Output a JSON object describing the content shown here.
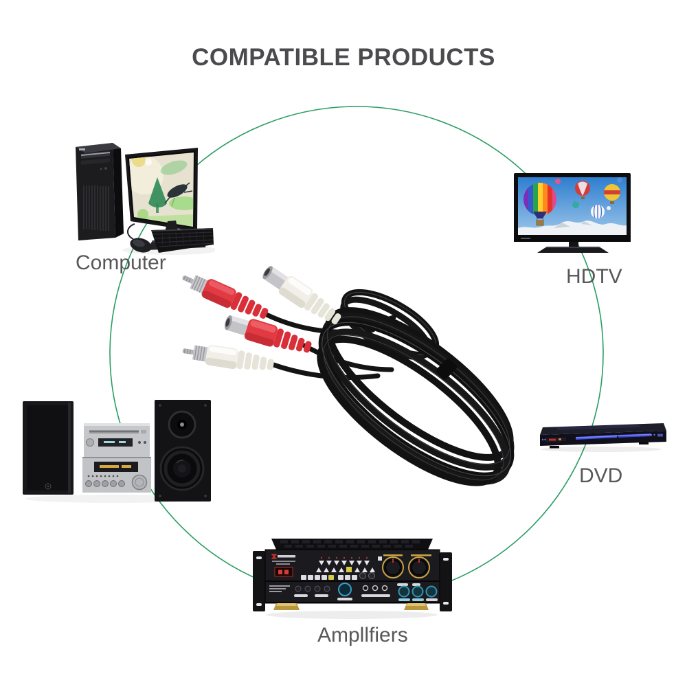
{
  "title": "COMPATIBLE PRODUCTS",
  "labels": {
    "computer": "Computer",
    "hdtv": "HDTV",
    "dvd": "DVD",
    "amplifiers": "Ampllfiers"
  },
  "center_item": "rca-stereo-audio-cable",
  "colors": {
    "circle_line": "#2a9d63",
    "title_text": "#4b4b4d",
    "label_text": "#58585a",
    "rca_red": "#e23a43",
    "rca_white": "#f1efe8",
    "cable_black": "#141414",
    "tv_sky_blue": "#2e7ecf",
    "amp_knob_gold": "#c9a44a",
    "amp_knob_teal": "#2a98b8",
    "dvd_glow_blue": "#4653e8",
    "stereo_silver": "#c6c7ca"
  }
}
